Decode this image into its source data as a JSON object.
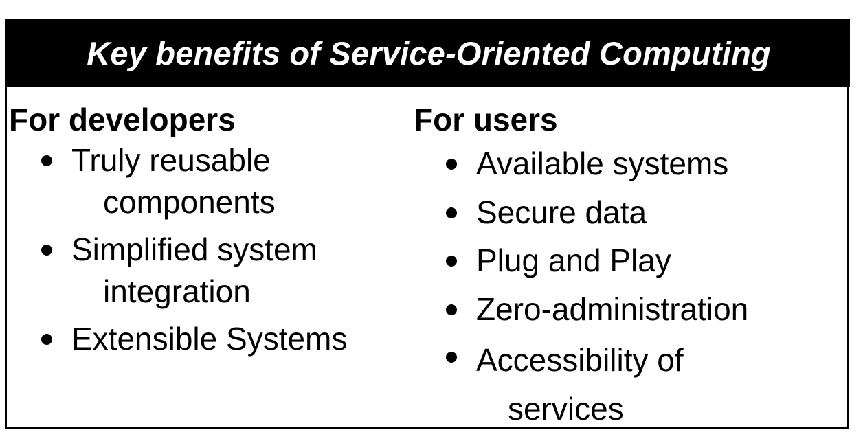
{
  "header": {
    "title": "Key benefits of Service-Oriented Computing"
  },
  "developers": {
    "heading": "For developers",
    "items": [
      {
        "line1": "Truly reusable",
        "line2": "components"
      },
      {
        "line1": "Simplified system",
        "line2": "integration"
      },
      {
        "line1": "Extensible Systems"
      }
    ]
  },
  "users": {
    "heading": "For users",
    "items": [
      {
        "line1": "Available systems"
      },
      {
        "line1": "Secure data"
      },
      {
        "line1": "Plug and Play"
      },
      {
        "line1": "Zero-administration"
      },
      {
        "line1": "Accessibility of",
        "line2": "services"
      }
    ]
  },
  "colors": {
    "header_background": "#000000",
    "header_text": "#ffffff",
    "body_text": "#000000"
  }
}
